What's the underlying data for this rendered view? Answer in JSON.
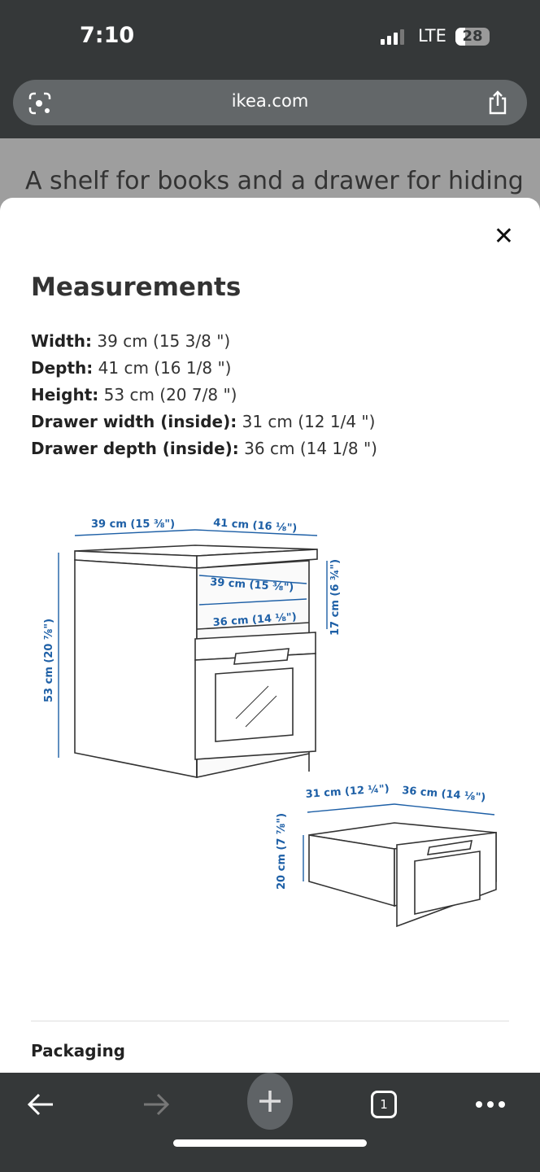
{
  "status_bar": {
    "time": "7:10",
    "network": "LTE",
    "battery": "28"
  },
  "browser": {
    "url": "ikea.com",
    "icons": {
      "lens": "google-lens-icon",
      "share": "share-icon"
    }
  },
  "background_page": {
    "text": "A shelf for books and a drawer for hiding"
  },
  "sheet": {
    "title": "Measurements",
    "close_icon": "close-icon",
    "specs": [
      {
        "label": "Width:",
        "value": "39 cm (15 3/8 \")"
      },
      {
        "label": "Depth:",
        "value": "41 cm (16 1/8 \")"
      },
      {
        "label": "Height:",
        "value": "53 cm (20 7/8 \")"
      },
      {
        "label": "Drawer width (inside):",
        "value": "31 cm (12 1/4 \")"
      },
      {
        "label": "Drawer depth (inside):",
        "value": "36 cm (14 1/8 \")"
      }
    ],
    "diagram": {
      "color": "#1d5fa6",
      "width": "39 cm (15 ⅜\")",
      "depth": "41 cm (16 ⅛\")",
      "shelf_width": "39 cm (15 ⅜\")",
      "shelf_depth": "36 cm (14 ⅛\")",
      "shelf_height": "17 cm (6 ¾\")",
      "height": "53 cm (20 ⅞\")",
      "drawer_width": "31 cm (12 ¼\")",
      "drawer_depth": "36 cm (14 ⅛\")",
      "drawer_height": "20 cm (7 ⅞\")"
    },
    "next_section": "Packaging"
  },
  "toolbar": {
    "back": "back-icon",
    "forward": "forward-icon",
    "new_tab": "plus-icon",
    "tab_count": "1",
    "more": "more-icon"
  }
}
